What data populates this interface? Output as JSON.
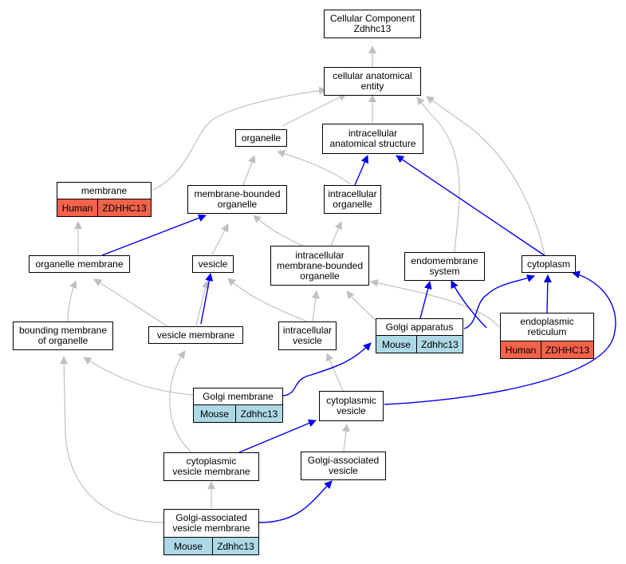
{
  "title": {
    "line1": "Cellular Component",
    "line2": "Zdhhc13"
  },
  "colors": {
    "edge_gray": "#c0c0c0",
    "edge_blue": "#0000ee",
    "human_fill": "#f4624a",
    "mouse_fill": "#add8e6"
  },
  "nodes": {
    "root": "Cellular Component\nZdhhc13",
    "cae": "cellular anatomical\nentity",
    "organelle": "organelle",
    "ias": "intracellular\nanatomical structure",
    "membrane": "membrane",
    "mbo": "membrane-bounded\norganelle",
    "io": "intracellular\norganelle",
    "om": "organelle membrane",
    "vesicle": "vesicle",
    "imbo": "intracellular\nmembrane-bounded\norganelle",
    "endo": "endomembrane\nsystem",
    "cyto": "cytoplasm",
    "bmo": "bounding membrane\nof organelle",
    "vm": "vesicle membrane",
    "iv": "intracellular\nvesicle",
    "golgi": "Golgi apparatus",
    "er": "endoplasmic\nreticulum",
    "gm": "Golgi membrane",
    "cv": "cytoplasmic\nvesicle",
    "cvm": "cytoplasmic\nvesicle membrane",
    "gav": "Golgi-associated\nvesicle",
    "gavm": "Golgi-associated\nvesicle membrane"
  },
  "annotations": {
    "membrane": {
      "species": "Human",
      "gene": "ZDHHC13"
    },
    "er": {
      "species": "Human",
      "gene": "ZDHHC13"
    },
    "golgi": {
      "species": "Mouse",
      "gene": "Zdhhc13"
    },
    "gm": {
      "species": "Mouse",
      "gene": "Zdhhc13"
    },
    "gavm": {
      "species": "Mouse",
      "gene": "Zdhhc13"
    }
  }
}
